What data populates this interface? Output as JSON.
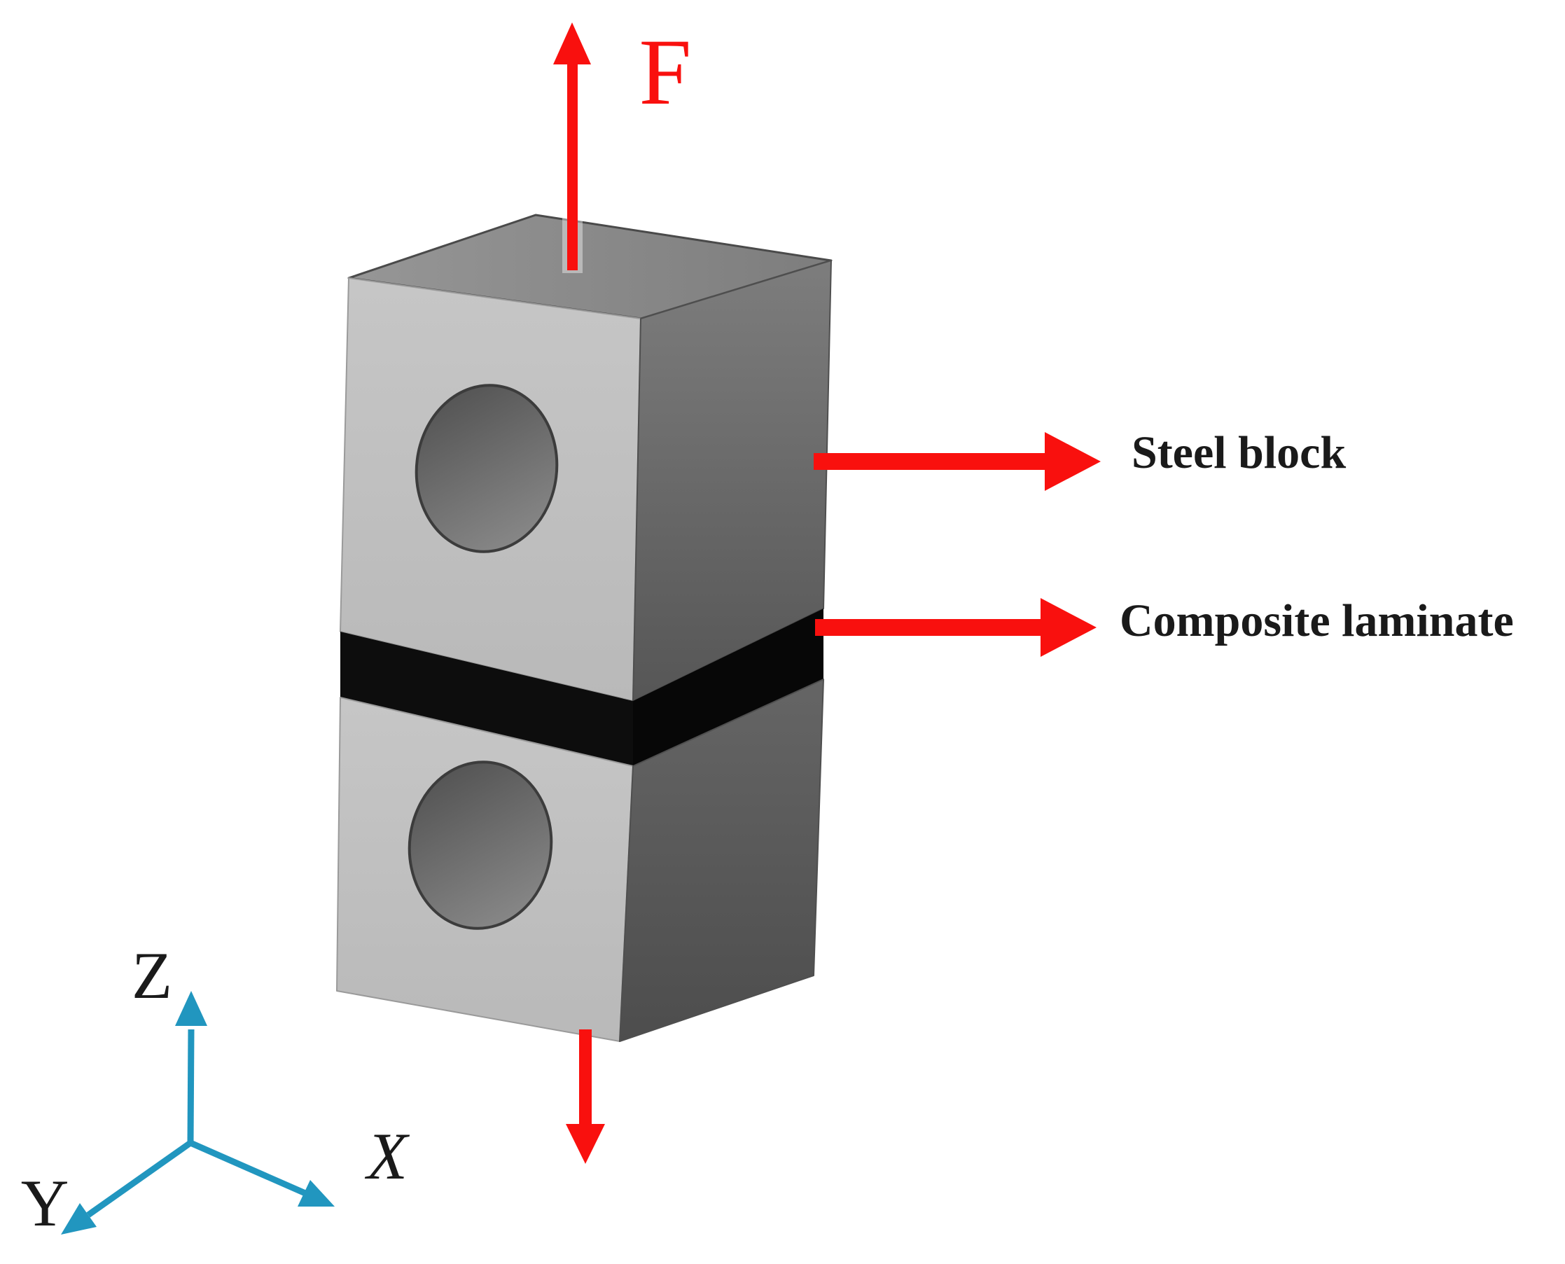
{
  "figure": {
    "force_label": "F",
    "steel_label": "Steel block",
    "laminate_label": "Composite laminate",
    "axis": {
      "x": "X",
      "y": "Y",
      "z": "Z"
    }
  },
  "colors": {
    "background": "#ffffff",
    "arrow_red": "#f9100e",
    "axis_teal": "#2196bf",
    "label_black": "#1a1a1a",
    "steel_front_light": "#c6c6c6",
    "steel_front_dark": "#b9b9b9",
    "steel_top_light": "#969696",
    "steel_top_dark": "#7d7d7d",
    "steel_side_light": "#7d7d7d",
    "steel_side_dark": "#565656",
    "steel_side_lower_light": "#656565",
    "steel_side_lower_dark": "#4d4d4d",
    "laminate_black": "#0d0d0d",
    "laminate_black_side": "#070707",
    "hole_dark": "#525252",
    "hole_light": "#8e8e8e"
  }
}
